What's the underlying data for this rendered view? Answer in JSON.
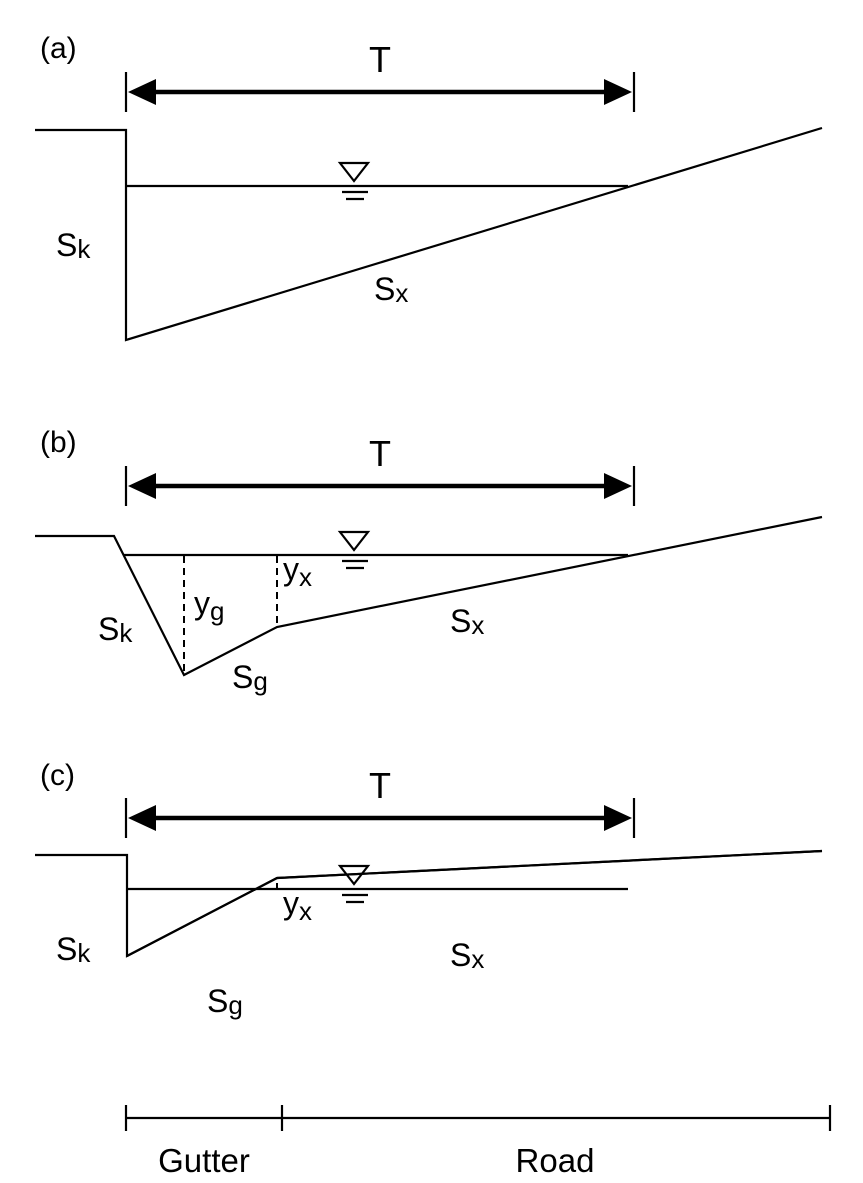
{
  "panels": {
    "a": {
      "tag": "(a)",
      "top_width": "T",
      "curb_slope": {
        "base": "S",
        "sub": "k"
      },
      "cross_slope": {
        "base": "S",
        "sub": "x"
      }
    },
    "b": {
      "tag": "(b)",
      "top_width": "T",
      "curb_slope": {
        "base": "S",
        "sub": "k"
      },
      "gutter_slope": {
        "base": "S",
        "sub": "g"
      },
      "cross_slope": {
        "base": "S",
        "sub": "x"
      },
      "gutter_depth": {
        "base": "y",
        "sub": "g"
      },
      "road_depth": {
        "base": "y",
        "sub": "x"
      }
    },
    "c": {
      "tag": "(c)",
      "top_width": "T",
      "curb_slope": {
        "base": "S",
        "sub": "k"
      },
      "gutter_slope": {
        "base": "S",
        "sub": "g"
      },
      "cross_slope": {
        "base": "S",
        "sub": "x"
      },
      "road_depth": {
        "base": "y",
        "sub": "x"
      }
    }
  },
  "extent_labels": {
    "gutter": "Gutter",
    "road": "Road"
  },
  "icons": {
    "water_surface": "inverted-triangle-water-level-icon"
  }
}
